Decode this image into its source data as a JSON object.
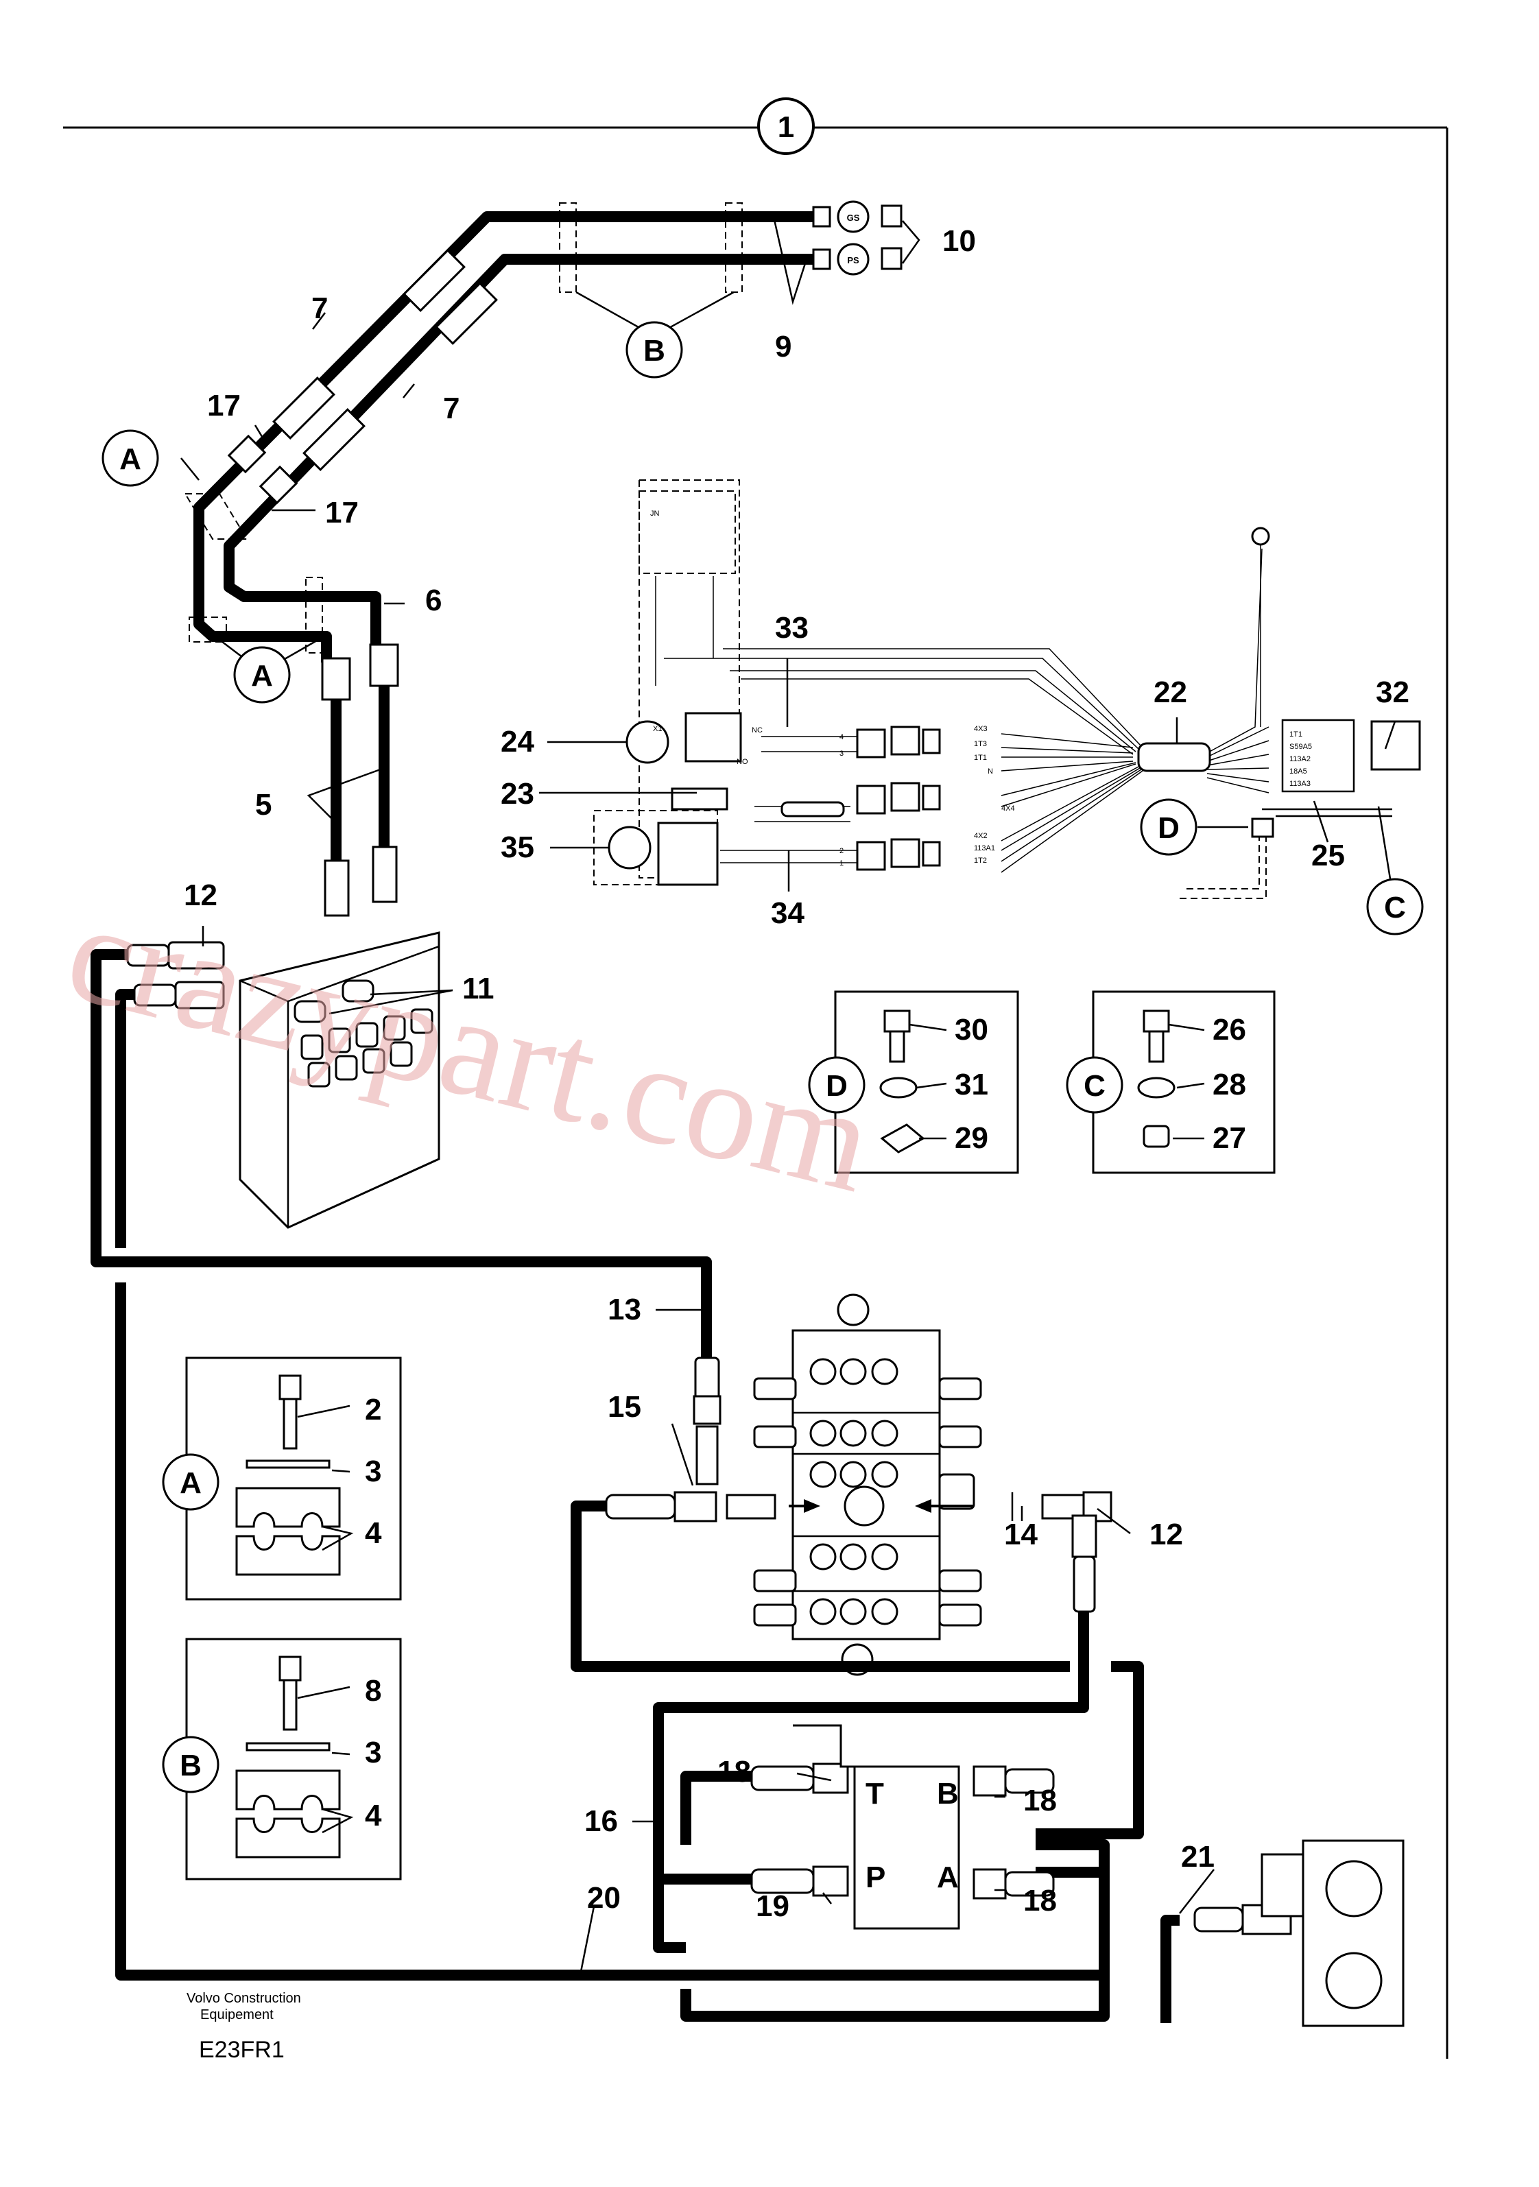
{
  "diagram": {
    "header_number": "1",
    "watermark": "crazypart.com",
    "publisher_line1": "Volvo Construction",
    "publisher_line2": "Equipement",
    "drawing_code": "E23FR1",
    "callouts": [
      "2",
      "3",
      "4",
      "5",
      "6",
      "7",
      "8",
      "9",
      "10",
      "11",
      "12",
      "13",
      "14",
      "15",
      "16",
      "17",
      "18",
      "19",
      "20",
      "21",
      "22",
      "23",
      "24",
      "25",
      "26",
      "27",
      "28",
      "29",
      "30",
      "31",
      "32",
      "33",
      "34",
      "35"
    ],
    "detail_labels": {
      "A": "A",
      "B": "B",
      "C": "C",
      "D": "D"
    },
    "port_labels": {
      "GS": "GS",
      "PS": "PS",
      "T": "T",
      "P": "P",
      "A": "A",
      "B": "B"
    },
    "wiring_labels": [
      "JN",
      "NO",
      "NC",
      "N",
      "X1",
      "4X3",
      "1T3",
      "1T1",
      "4X4",
      "4X2",
      "113A1",
      "1T2",
      "1T1",
      "S59A5",
      "113A2",
      "18A5",
      "113A3",
      "1",
      "2",
      "3",
      "4"
    ]
  }
}
